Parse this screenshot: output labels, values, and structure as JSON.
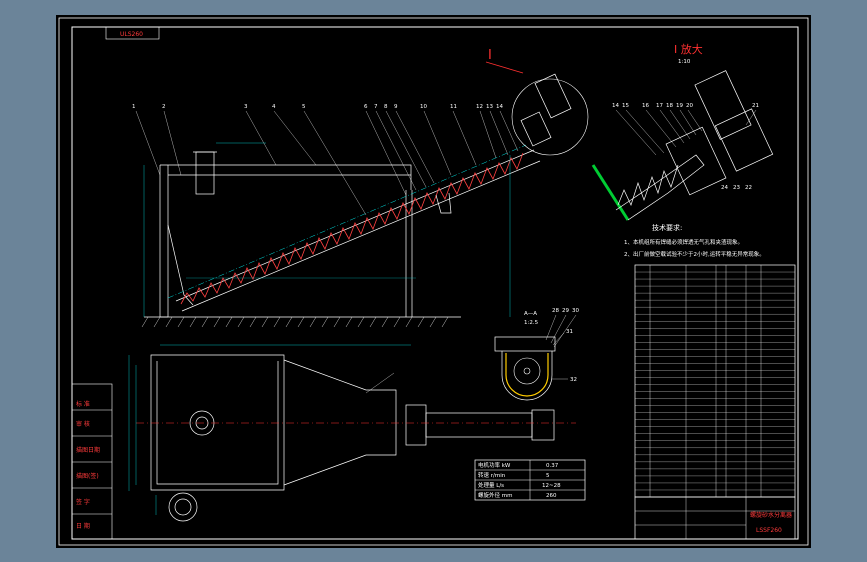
{
  "drawing": {
    "top_tag": "ULS260",
    "detail_label": "I",
    "detail_scale_label": "I 放大",
    "detail_scale": "1:10",
    "section_title": "A—A",
    "section_scale": "1:2.5",
    "section_callouts": [
      "28",
      "29",
      "30",
      "31",
      "32"
    ],
    "callouts": [
      "1",
      "2",
      "3",
      "4",
      "5",
      "6",
      "7",
      "8",
      "9",
      "10",
      "11",
      "12",
      "13",
      "14",
      "15",
      "16",
      "17",
      "18",
      "19",
      "20"
    ],
    "detail_callouts": [
      "14",
      "15",
      "16",
      "17",
      "18",
      "19",
      "20",
      "21",
      "24",
      "23",
      "22"
    ],
    "tech_req": {
      "title": "技术要求:",
      "items": [
        "1、本机组所有焊缝必须焊透无气孔和夹渣现象。",
        "2、出厂前做空载试验不少于2小时,运转平稳无异常现象。"
      ]
    },
    "left_titles": [
      "标 准",
      "审 核",
      "描图日期",
      "描图(签)",
      "签 字",
      "日 期"
    ],
    "spec_table": [
      {
        "label": "电机功率 kW",
        "value": "0.37"
      },
      {
        "label": "转速 r/min",
        "value": "5"
      },
      {
        "label": "处理量 L/s",
        "value": "12~28"
      },
      {
        "label": "螺旋外径 mm",
        "value": "260"
      }
    ],
    "title_block": {
      "name": "螺旋砂水分离器",
      "code": "LSSF260"
    }
  }
}
